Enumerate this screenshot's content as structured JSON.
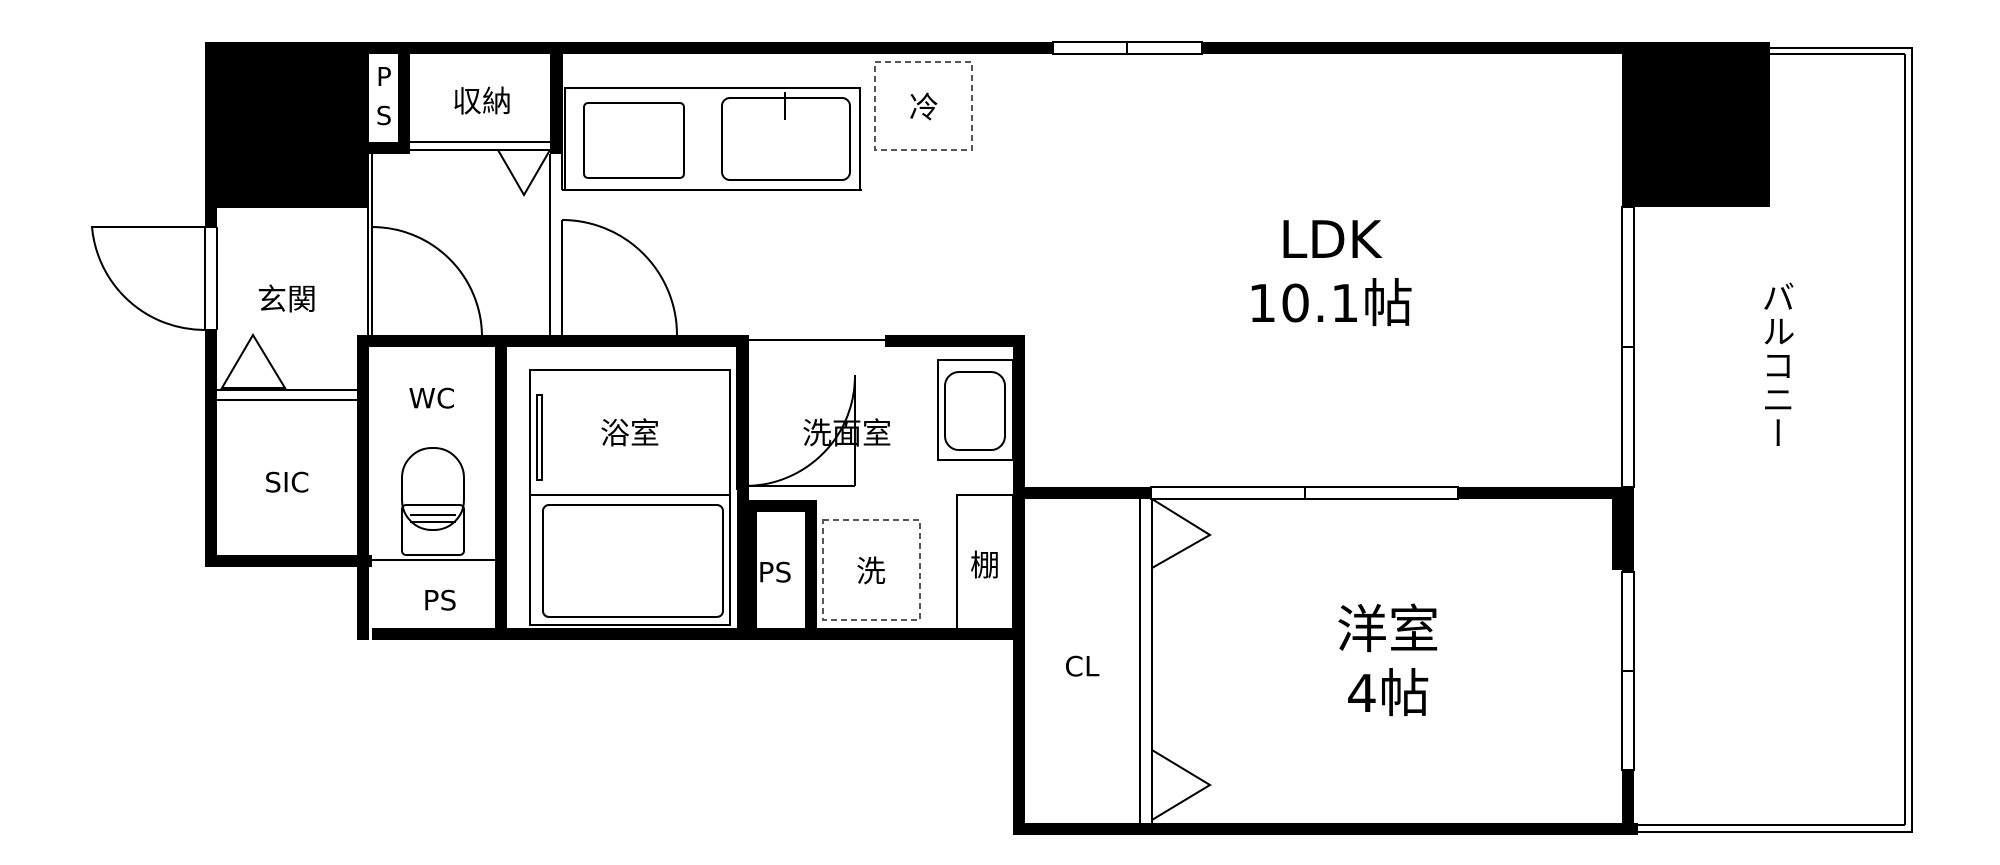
{
  "rooms": {
    "ldk_name": "LDK",
    "ldk_size": "10.1帖",
    "western_name": "洋室",
    "western_size": "4帖",
    "entrance": "玄関",
    "storage": "収納",
    "ps_top_p": "P",
    "ps_top_s": "S",
    "wc": "WC",
    "sic": "SIC",
    "ps_bottom_left": "PS",
    "bath": "浴室",
    "washroom": "洗面室",
    "ps_middle": "PS",
    "washer": "洗",
    "shelf": "棚",
    "fridge": "冷",
    "closet": "CL",
    "balcony": "バルコニー"
  },
  "colors": {
    "wall": "#000000",
    "line": "#000000",
    "dashed": "#555555",
    "background": "#ffffff"
  }
}
